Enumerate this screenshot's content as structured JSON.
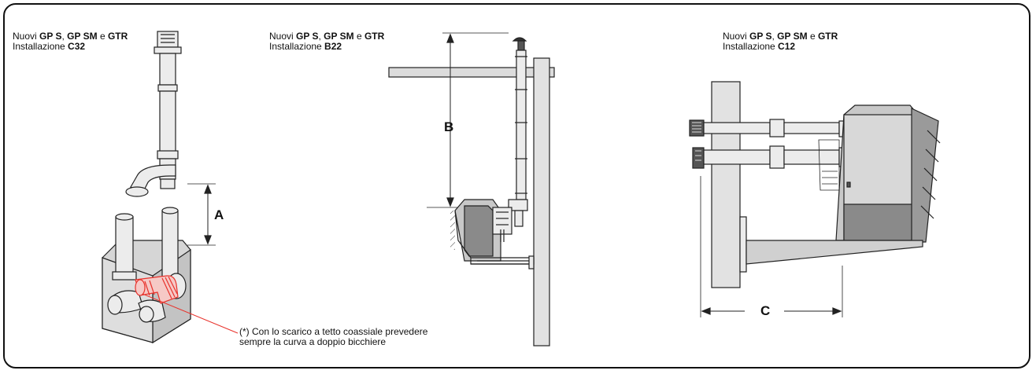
{
  "panels": [
    {
      "caption_prefix": "Nuovi ",
      "model_1": "GP S",
      "sep_1": ", ",
      "model_2": "GP SM",
      "sep_2": " e ",
      "model_3": "GTR",
      "install_prefix": "Installazione ",
      "install_code": "C32",
      "dimension_label": "A"
    },
    {
      "caption_prefix": "Nuovi ",
      "model_1": "GP S",
      "sep_1": ", ",
      "model_2": "GP SM",
      "sep_2": " e ",
      "model_3": "GTR",
      "install_prefix": "Installazione ",
      "install_code": "B22",
      "dimension_label": "B"
    },
    {
      "caption_prefix": "Nuovi ",
      "model_1": "GP S",
      "sep_1": ", ",
      "model_2": "GP SM",
      "sep_2": " e ",
      "model_3": "GTR",
      "install_prefix": "Installazione ",
      "install_code": "C12",
      "dimension_label": "C"
    }
  ],
  "note": "(*) Con lo scarico a tetto coassiale prevedere sempre la curva a doppio bicchiere",
  "colors": {
    "frame": "#111111",
    "unit_fill": "#c8c8c8",
    "unit_dark": "#8a8a8a",
    "pipe_fill": "#ececec",
    "highlight": "#e8322b"
  }
}
